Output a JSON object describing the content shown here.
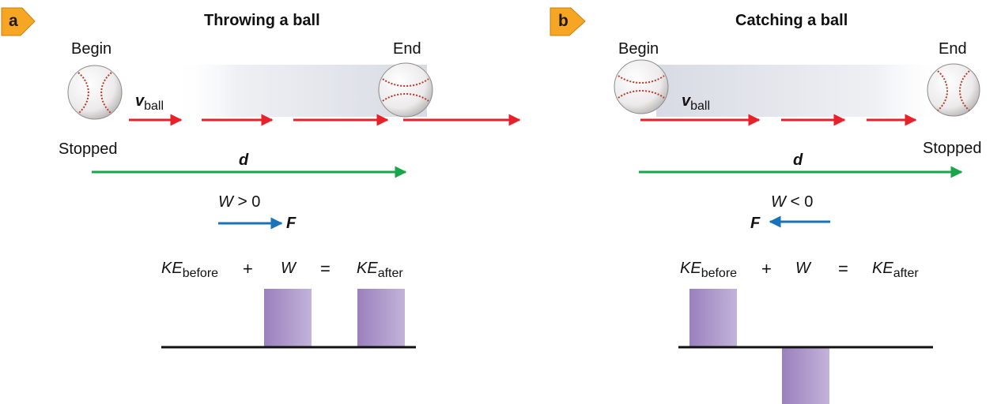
{
  "panels": [
    {
      "badge": "a",
      "title": "Throwing a ball",
      "begin_label": "Begin",
      "end_label": "End",
      "stopped_label": "Stopped",
      "velocity_symbol": "v",
      "velocity_subscript": "ball",
      "displacement_symbol": "d",
      "work_symbol": "W",
      "work_relation": ">",
      "work_value": "0",
      "force_symbol": "F",
      "force_direction": "right",
      "equation": {
        "ke_before": "KE",
        "ke_before_sub": "before",
        "plus": "+",
        "work": "W",
        "equals": "=",
        "ke_after": "KE",
        "ke_after_sub": "after"
      },
      "bars": {
        "ke_before": 0,
        "work": 1,
        "ke_after": 1
      }
    },
    {
      "badge": "b",
      "title": "Catching a ball",
      "begin_label": "Begin",
      "end_label": "End",
      "stopped_label": "Stopped",
      "velocity_symbol": "v",
      "velocity_subscript": "ball",
      "displacement_symbol": "d",
      "work_symbol": "W",
      "work_relation": "<",
      "work_value": "0",
      "force_symbol": "F",
      "force_direction": "left",
      "equation": {
        "ke_before": "KE",
        "ke_before_sub": "before",
        "plus": "+",
        "work": "W",
        "equals": "=",
        "ke_after": "KE",
        "ke_after_sub": "after"
      },
      "bars": {
        "ke_before": 1,
        "work": -1,
        "ke_after": 0
      }
    }
  ],
  "colors": {
    "velocity_arrow": "#e8202a",
    "displacement_arrow": "#19a54a",
    "force_arrow": "#1a72b8",
    "bar_fill": "#a48bc4",
    "baseline": "#111111",
    "badge_fill": "#f6a623",
    "motion_blur": "#e4e6ec"
  }
}
